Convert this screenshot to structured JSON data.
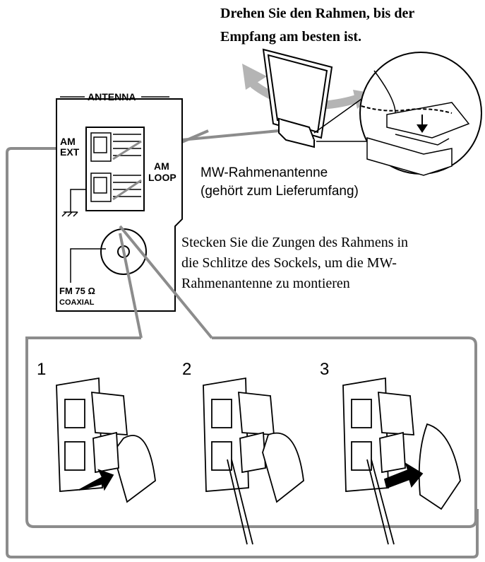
{
  "instruction": {
    "line1": "Drehen Sie den Rahmen, bis der",
    "line2": "Empfang am besten ist."
  },
  "panel": {
    "header": "ANTENNA",
    "am_ext_1": "AM",
    "am_ext_2": "EXT",
    "am_loop_1": "AM",
    "am_loop_2": "LOOP",
    "fm_label": "FM 75 Ω",
    "fm_coaxial": "COAXIAL"
  },
  "antenna_caption": {
    "line1": "MW-Rahmenantenne",
    "line2": "(gehört zum Lieferumfang)"
  },
  "mount_note": {
    "line1": "Stecken Sie die Zungen des Rahmens in",
    "line2": "die Schlitze des Sockels, um die MW-",
    "line3": "Rahmenantenne zu montieren"
  },
  "steps": {
    "s1": "1",
    "s2": "2",
    "s3": "3"
  },
  "colors": {
    "wire": "#8c8c8c",
    "arrow_gray": "#b4b4b4",
    "ink": "#000000"
  }
}
